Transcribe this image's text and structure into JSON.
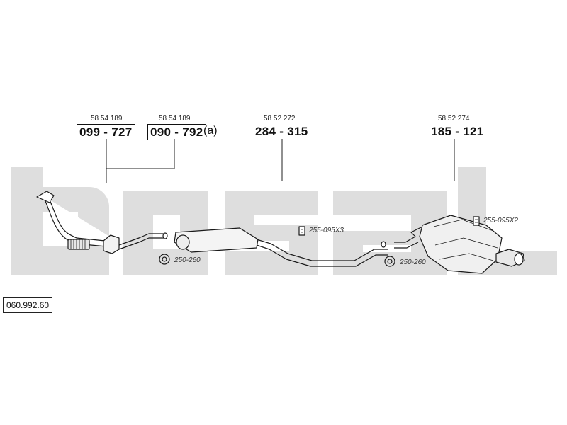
{
  "catalog_number": "060.992.60",
  "parts": [
    {
      "ref": "58 54 189",
      "number": "099 - 727",
      "suffix": ""
    },
    {
      "ref": "58 54 189",
      "number": "090 - 792",
      "suffix": "(a)"
    },
    {
      "ref": "58 52 272",
      "number": "284 - 315",
      "suffix": ""
    },
    {
      "ref": "58 52 274",
      "number": "185 - 121",
      "suffix": ""
    }
  ],
  "accessories": {
    "clamp_1": "250-260",
    "clamp_2": "250-260",
    "kit_1": "255-095X3",
    "kit_2": "255-095X2"
  },
  "colors": {
    "watermark": "#dcdcdc",
    "line": "#1a1a1a",
    "pipe_fill": "#ffffff"
  }
}
